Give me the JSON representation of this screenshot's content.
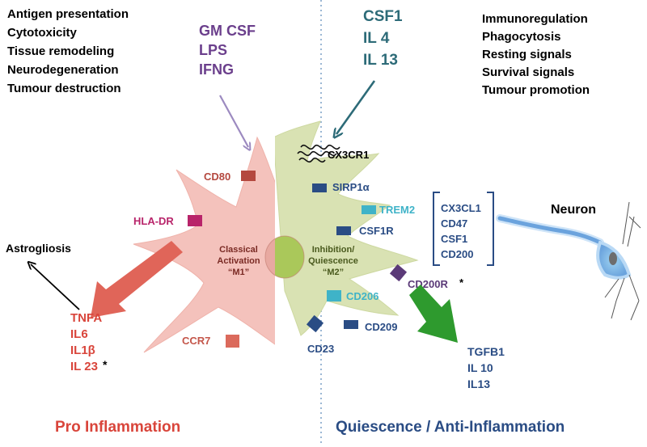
{
  "colors": {
    "m1_fill": "#f4c2bc",
    "m2_fill": "#d9e2b3",
    "pro_red": "#d9453b",
    "anti_blue": "#2a4c84",
    "m1_purple": "#6b3f8c",
    "m2_teal": "#2d6b78",
    "green_arrow": "#2e9a2e",
    "receptor_brown": "#b4483f",
    "receptor_magenta": "#b8246a",
    "receptor_light_teal": "#3fb3c8",
    "receptor_navy": "#2a4c84",
    "receptor_purple": "#5b3a78",
    "receptor_coral": "#db6a5c",
    "divider_blue": "#9bb7d4"
  },
  "left_functions": [
    "Antigen presentation",
    "Cytotoxicity",
    "Tissue remodeling",
    "Neurodegeneration",
    "Tumour destruction"
  ],
  "right_functions": [
    "Immunoregulation",
    "Phagocytosis",
    "Resting signals",
    "Survival signals",
    "Tumour promotion"
  ],
  "m1_stimuli": [
    "GM CSF",
    "LPS",
    "IFNG"
  ],
  "m2_stimuli": [
    "CSF1",
    "IL 4",
    "IL 13"
  ],
  "m1_receptors": {
    "cd80": "CD80",
    "hla_dr": "HLA-DR",
    "ccr7": "CCR7"
  },
  "m2_receptors": {
    "cx3cr1": "CX3CR1",
    "sirp1a": "SIRP1α",
    "trem2": "TREM2",
    "csf1r": "CSF1R",
    "cd200r": "CD200R",
    "cd200r_star": "*",
    "cd206": "CD206",
    "cd209": "CD209",
    "cd23": "CD23"
  },
  "m1_center": {
    "line1": "Classical",
    "line2": "Activation",
    "line3": "“M1”"
  },
  "m2_center": {
    "line1": "Inhibition/",
    "line2": "Quiescence",
    "line3": "“M2”"
  },
  "neuron": {
    "title": "Neuron",
    "ligands": [
      "CX3CL1",
      "CD47",
      "CSF1",
      "CD200"
    ]
  },
  "astrogliosis": "Astrogliosis",
  "m1_outputs": [
    "TNFA",
    "IL6",
    "IL1β",
    "IL 23"
  ],
  "m1_output_star": "*",
  "m2_outputs": [
    "TGFB1",
    "IL 10",
    "IL13"
  ],
  "footer": {
    "left": "Pro Inflammation",
    "right": "Quiescence / Anti-Inflammation"
  }
}
